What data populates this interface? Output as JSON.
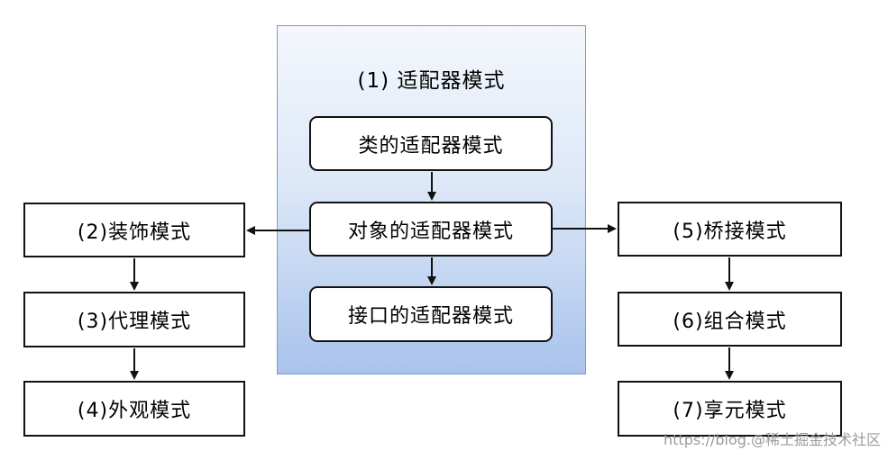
{
  "adapter_group": {
    "title": "(1) 适配器模式",
    "items": [
      "类的适配器模式",
      "对象的适配器模式",
      "接口的适配器模式"
    ]
  },
  "left_chain": [
    "(2)装饰模式",
    "(3)代理模式",
    "(4)外观模式"
  ],
  "right_chain": [
    "(5)桥接模式",
    "(6)组合模式",
    "(7)享元模式"
  ],
  "watermark": "https://blog.@稀土掘金技术社区"
}
